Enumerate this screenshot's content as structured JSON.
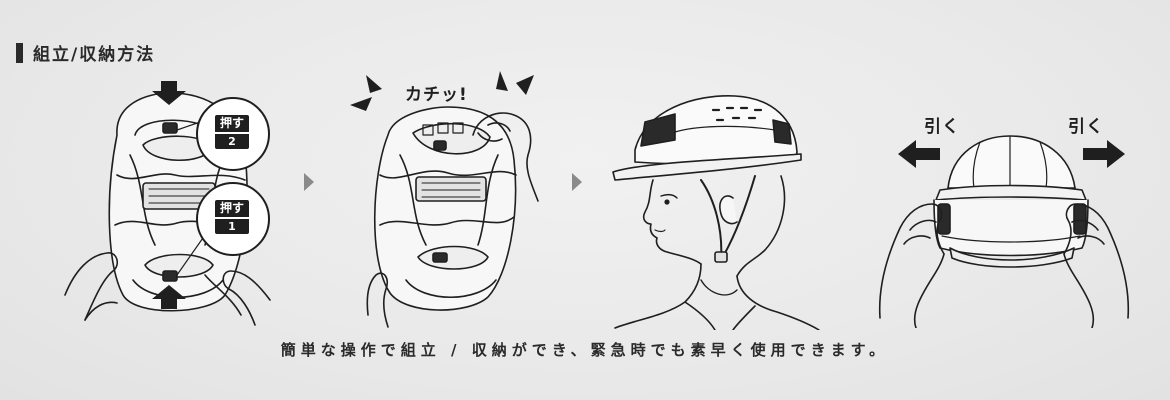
{
  "header": {
    "title": "組立/収納方法"
  },
  "step1": {
    "badge_top_label": "押す",
    "badge_top_number": "2",
    "badge_bottom_label": "押す",
    "badge_bottom_number": "1"
  },
  "step2": {
    "sound_label": "カチッ!"
  },
  "step4": {
    "pull_left": "引く",
    "pull_right": "引く"
  },
  "caption": "簡単な操作で組立 / 収納ができ、緊急時でも素早く使用できます。",
  "colors": {
    "background": "#e9e9e9",
    "ink": "#1f1f1f",
    "arrow_gray": "#8a8a8a"
  },
  "icons": [
    "push-arrow-icon",
    "next-step-arrow-icon",
    "pull-arrow-icon",
    "click-spark-icon"
  ]
}
